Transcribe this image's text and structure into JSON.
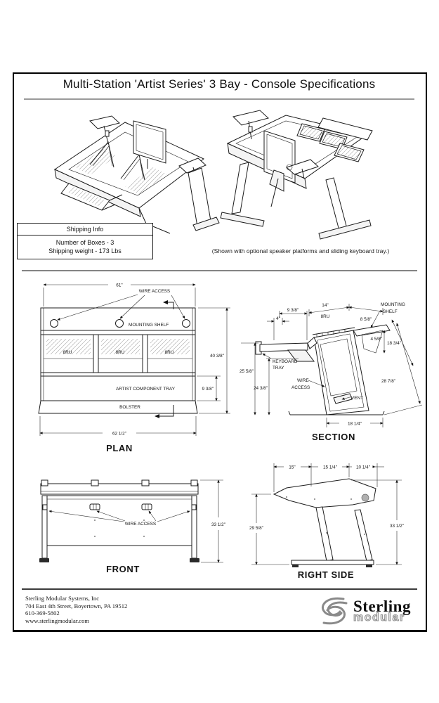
{
  "title": "Multi-Station 'Artist Series' 3 Bay - Console Specifications",
  "shipping": {
    "header": "Shipping Info",
    "boxes": "Number of Boxes - 3",
    "weight": "Shipping weight - 173 Lbs"
  },
  "iso_caption": "(Shown with optional speaker platforms and sliding keyboard tray.)",
  "plan": {
    "view_title": "PLAN",
    "wire_access": "WIRE ACCESS",
    "mounting_shelf": "MOUNTING SHELF",
    "bay1": "8RU",
    "bay2": "8RU",
    "bay3": "8RU",
    "component_tray": "ARTIST COMPONENT TRAY",
    "bolster": "BOLSTER",
    "dim_width_top": "61\"",
    "dim_width_bottom": "62 1/2\"",
    "dim_depth": "40 3/8\"",
    "dim_tray_depth": "9 3/8\""
  },
  "section": {
    "view_title": "SECTION",
    "dim_4": "4\"",
    "dim_9_3_8": "9 3/8\"",
    "dim_14": "14\"",
    "rack_label": "8RU",
    "dim_8_5_8": "8 5/8\"",
    "mounting_1": "MOUNTING",
    "mounting_2": "SHELF",
    "dim_4_5_8": "4 5/8\"",
    "dim_18_3_4": "18 3/4\"",
    "dim_25_5_8": "25 5/8\"",
    "dim_24_3_8": "24 3/8\"",
    "dim_28_7_8": "28 7/8\"",
    "dim_18_1_4": "18 1/4\"",
    "keyboard_1": "KEYBOARD",
    "keyboard_2": "TRAY",
    "wire_1": "WIRE",
    "wire_2": "ACCESS",
    "vent": "VENT"
  },
  "front": {
    "view_title": "FRONT",
    "wire_access": "WIRE ACCESS",
    "dim_height": "33 1/2\""
  },
  "right_side": {
    "view_title": "RIGHT SIDE",
    "dim_seg1": "15\"",
    "dim_seg2": "15 1/4\"",
    "dim_seg3": "10 1/4\"",
    "dim_height_left": "29 5/8\"",
    "dim_height_right": "33 1/2\""
  },
  "footer": {
    "company": "Sterling Modular Systems, Inc",
    "address": "704 East 4th Street, Boyertown, PA 19512",
    "phone": "610-369-5802",
    "website": "www.sterlingmodular.com",
    "logo_text": "Sterling",
    "logo_sub": "modular"
  }
}
